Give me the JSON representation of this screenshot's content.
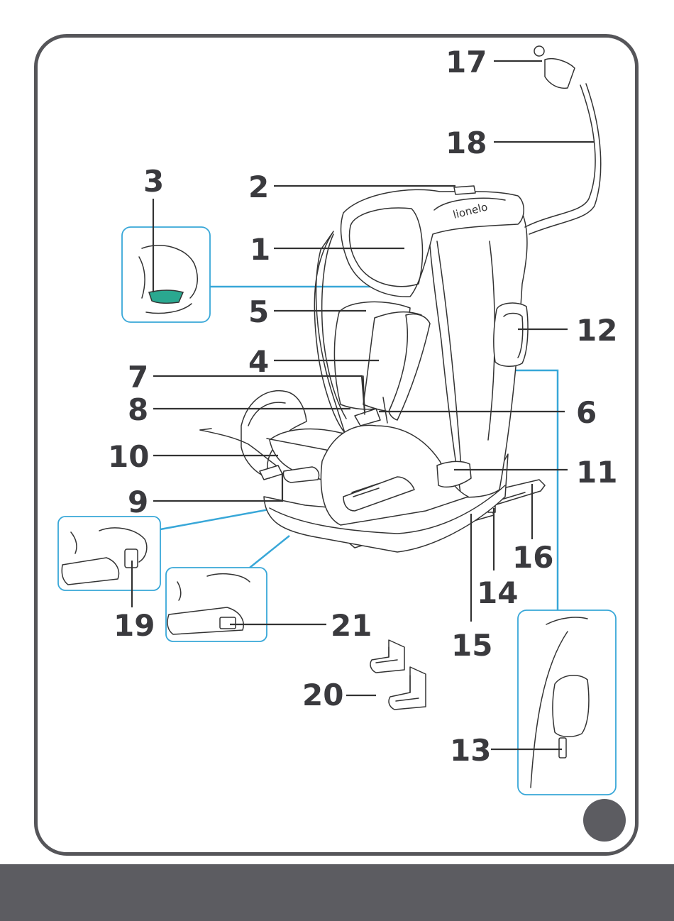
{
  "labels": [
    "1",
    "2",
    "3",
    "4",
    "5",
    "6",
    "7",
    "8",
    "9",
    "10",
    "11",
    "12",
    "13",
    "14",
    "15",
    "16",
    "17",
    "18",
    "19",
    "20",
    "21"
  ],
  "brand": "lionelo",
  "colors": {
    "frame": "#555559",
    "footer": "#5c5c61",
    "callout": "#38a7d8",
    "highlight": "#2aa890",
    "ink": "#333333"
  }
}
